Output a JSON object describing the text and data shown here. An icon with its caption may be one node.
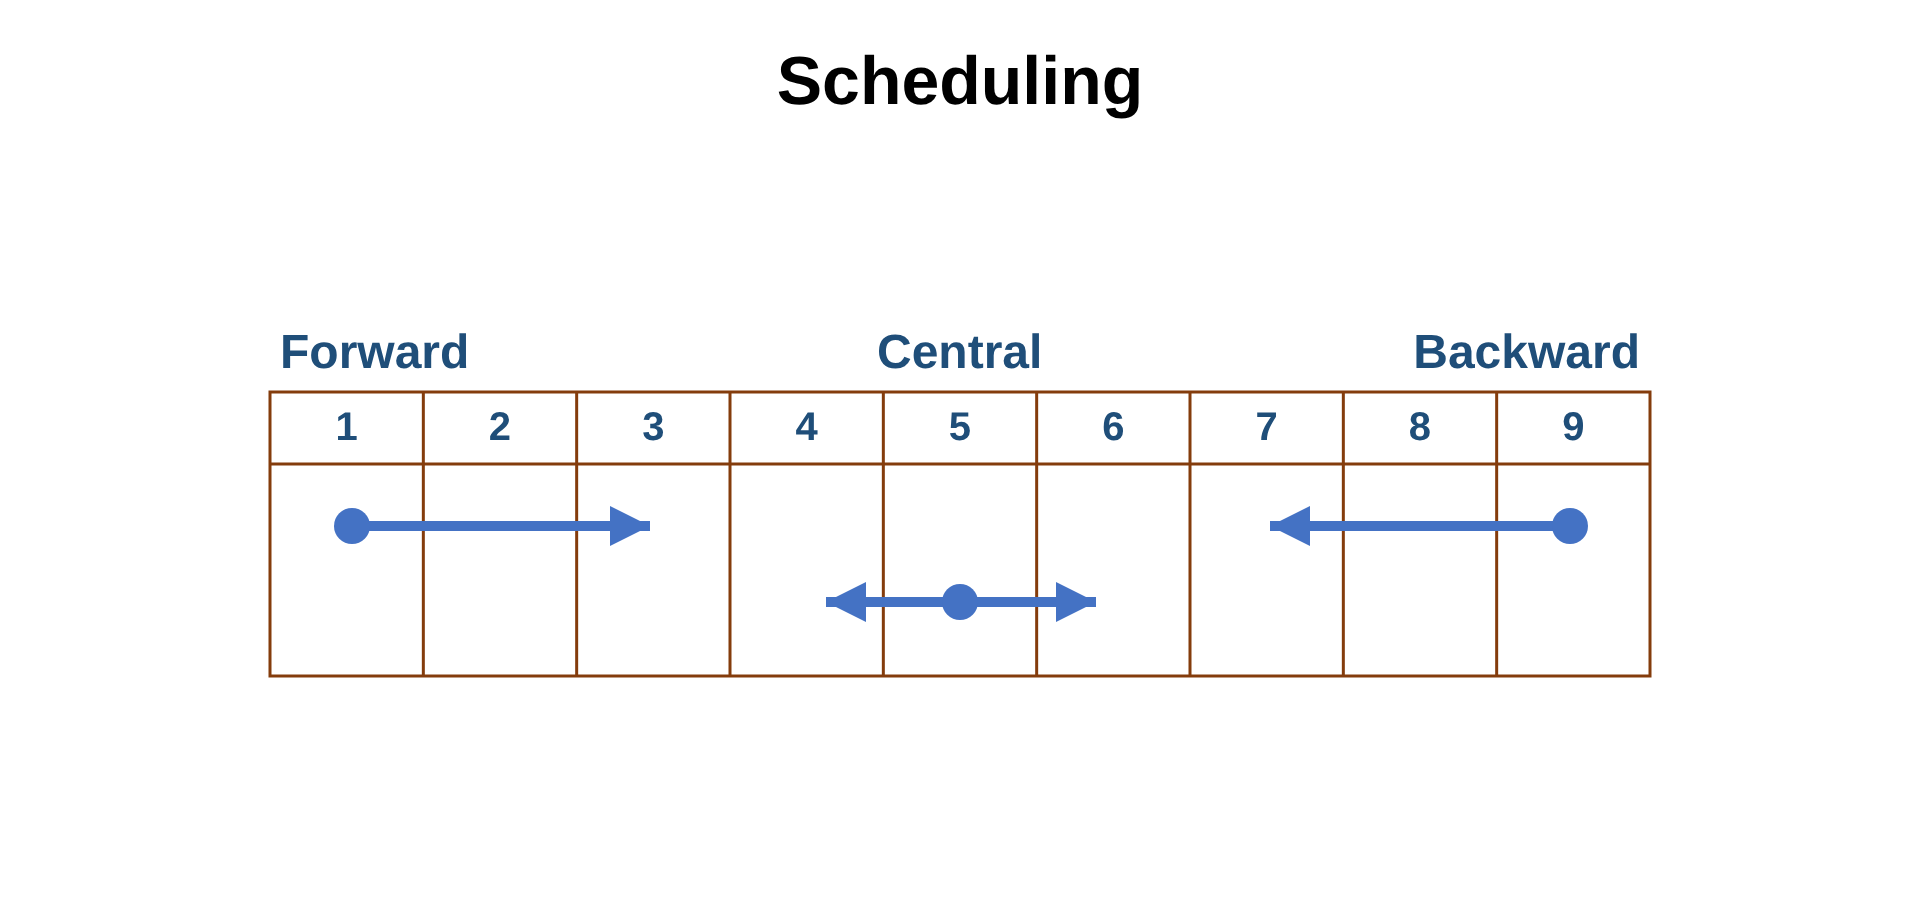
{
  "diagram": {
    "title": "Scheduling",
    "labels": [
      "Forward",
      "Central",
      "Backward",
      "1",
      "2",
      "3",
      "4",
      "5",
      "6",
      "7",
      "8",
      "9"
    ]
  }
}
